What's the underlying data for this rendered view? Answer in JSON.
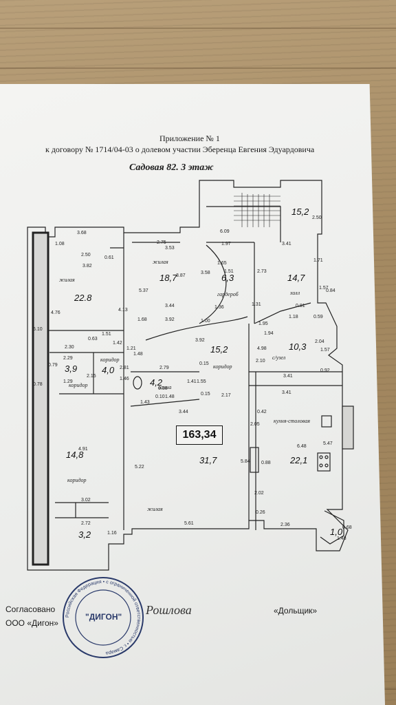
{
  "header": {
    "line1": "Приложение № 1",
    "line2": "к договору № 1714/04-03 о долевом участии Эберенца Евгения Эдуардовича",
    "title": "Садовая 82. 3 этаж"
  },
  "total_area": "163,34",
  "rooms": [
    {
      "area": "15,2"
    },
    {
      "area": "22.8"
    },
    {
      "area": "18,7"
    },
    {
      "area": "6,3"
    },
    {
      "area": "14,7"
    },
    {
      "area": "15,2"
    },
    {
      "area": "10,3"
    },
    {
      "area": "3,9"
    },
    {
      "area": "4,0"
    },
    {
      "area": "4,2"
    },
    {
      "area": "14,8"
    },
    {
      "area": "31,7"
    },
    {
      "area": "22,1"
    },
    {
      "area": "3,2"
    },
    {
      "area": "1,0"
    }
  ],
  "labels": {
    "zhilaya1": "жилая",
    "zhilaya2": "жилая",
    "zhilaya3": "жилая",
    "garderob": "гардероб",
    "holl": "холл",
    "koridor1": "коридор",
    "koridor2": "коридор",
    "koridor3": "коридор",
    "koridor4": "коридор",
    "suzel": "с/узел",
    "vanna": "ванна",
    "kuhnya": "кухня-столовая"
  },
  "dims": {
    "d368": "3.68",
    "d108": "1.08",
    "d250": "2.50",
    "d382": "3.82",
    "d061": "0.61",
    "d476": "4.76",
    "d413": "4.13",
    "d610": "6.10",
    "d078": "0.78",
    "d230": "2.30",
    "d229": "2.29",
    "d063": "0.63",
    "d151": "1.51",
    "d142": "1.42",
    "d079": "0.79",
    "d215": "2.15",
    "d129": "1.29",
    "d146": "1.46",
    "d281": "2.81",
    "d121": "1.21",
    "d148": "1.48",
    "d275": "2.75",
    "d353": "3.53",
    "d537": "5.37",
    "d387": "3.87",
    "d344": "3.44",
    "d392": "3.92",
    "d168": "1.68",
    "d358": "3.58",
    "d165": "1.65",
    "d151b": "1.51",
    "d197": "1.97",
    "d100": "1.00",
    "d136": "1.36",
    "d273": "2.73",
    "d609": "6.09",
    "d250b": "2.50",
    "d341": "3.41",
    "d171": "1.71",
    "d157": "1.57",
    "d084": "0.84",
    "d131": "1.31",
    "d195": "1.95",
    "d194": "1.94",
    "d118": "1.18",
    "d081": "0.81",
    "d059": "0.59",
    "d204": "2.04",
    "d157b": "1.57",
    "d392b": "3.92",
    "d498": "4.98",
    "d210": "2.10",
    "d092": "0.92",
    "d341b": "3.41",
    "d341c": "3.41",
    "d279": "2.79",
    "d038": "0.38",
    "d010": "0.10",
    "d141": "1.41",
    "d155": "1.55",
    "d015": "0.15",
    "d015b": "0.15",
    "d143": "1.43",
    "d148b": "1.48",
    "d217": "2.17",
    "d344b": "3.44",
    "d042": "0.42",
    "d205": "2.05",
    "d648": "6.48",
    "d547": "5.47",
    "d491": "4.91",
    "d302": "3.02",
    "d522": "5.22",
    "d584": "5.84",
    "d088": "0.88",
    "d202": "2.02",
    "d026": "0.26",
    "d561": "5.61",
    "d236": "2.36",
    "d272": "2.72",
    "d116": "1.16",
    "d068": "0.68",
    "d148c": "1.48"
  },
  "footer": {
    "agreed": "Согласовано",
    "company": "ООО «Дигон»",
    "shareholder": "«Дольщик»"
  },
  "stamp": {
    "center": "\"ДИГОН\"",
    "ring": "Российская Федерация • с ограниченной ответственностью • г. Самара"
  },
  "signature": "Рошлова"
}
